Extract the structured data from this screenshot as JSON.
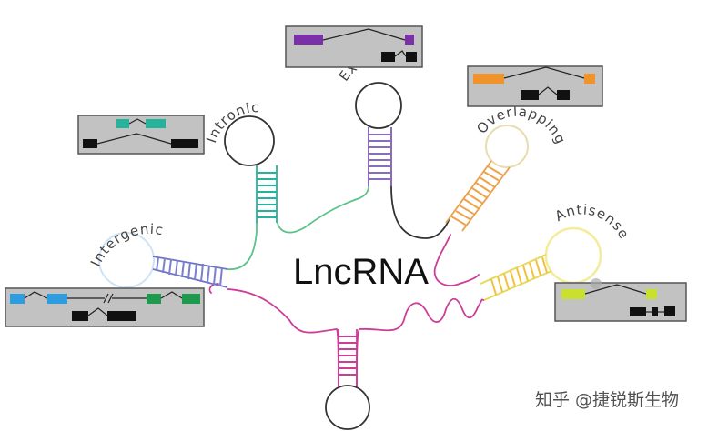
{
  "title": "LncRNA",
  "types": [
    {
      "key": "exonic",
      "label": "Exonic",
      "color": "#7b2fa8"
    },
    {
      "key": "intronic",
      "label": "Intronic",
      "color": "#27b39b"
    },
    {
      "key": "overlapping",
      "label": "Overlapping",
      "color": "#f0932b"
    },
    {
      "key": "antisense",
      "label": "Antisense",
      "color": "#c9e02f"
    },
    {
      "key": "intergenic",
      "label": "Intergenic",
      "color": "#2d9ce0",
      "color2": "#1e9a4f"
    }
  ],
  "watermark": "知乎 @捷锐斯生物"
}
